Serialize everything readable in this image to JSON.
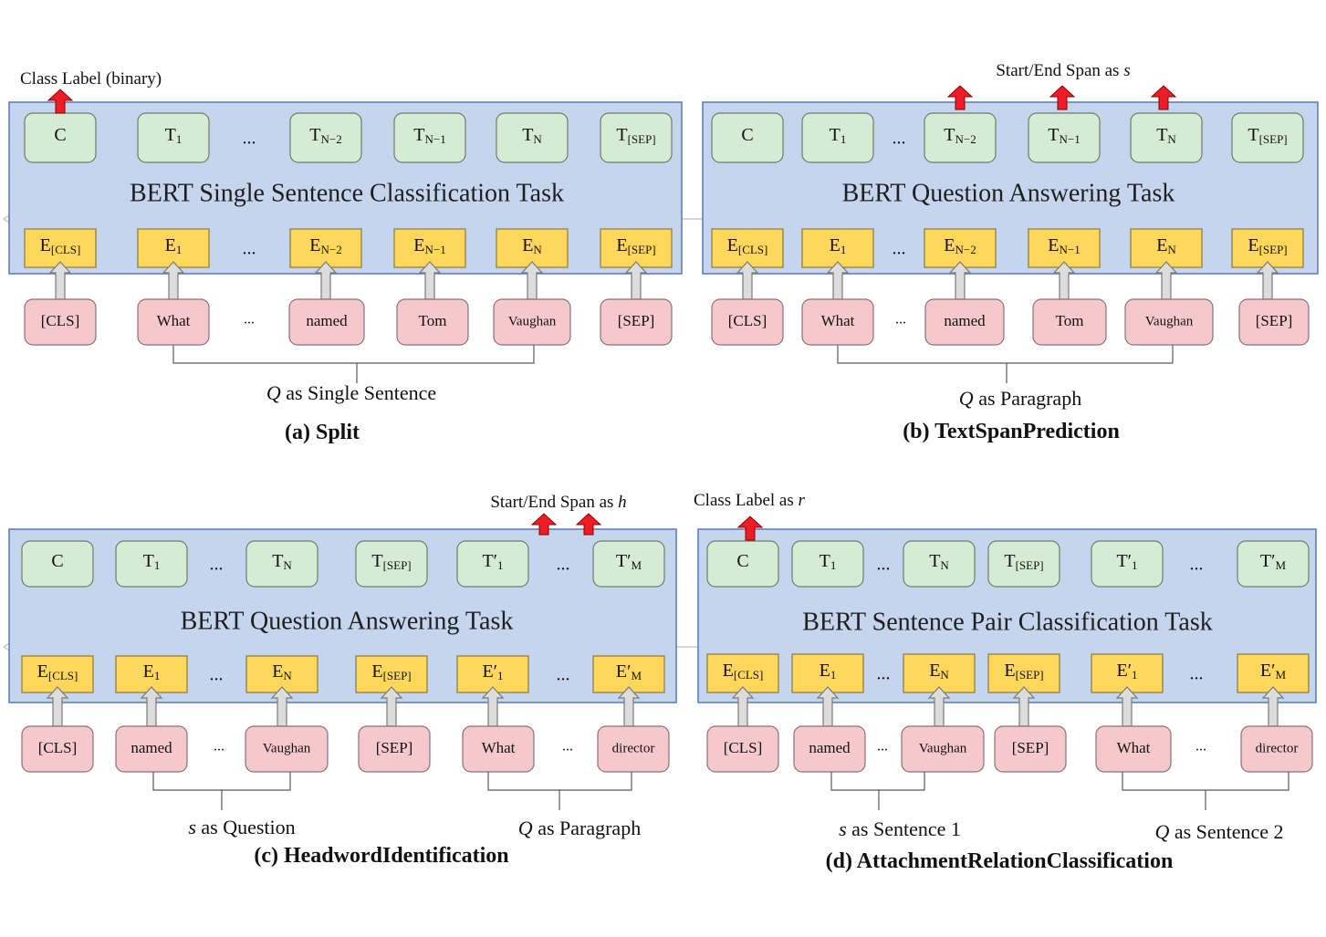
{
  "panels": [
    {
      "id": "a",
      "task_title": "BERT Single Sentence Classification Task",
      "caption": "(a) Split",
      "output_label": "Class Label (binary)",
      "output_labels": [
        "C",
        "T|1",
        "...",
        "T|N−2",
        "T|N−1",
        "T|N",
        "T|[SEP]"
      ],
      "embeddings": [
        "E|[CLS]",
        "E|1",
        "...",
        "E|N−2",
        "E|N−1",
        "E|N",
        "E|[SEP]"
      ],
      "inputs": [
        "[CLS]",
        "What",
        "...",
        "named",
        "Tom",
        "Vaughan",
        "[SEP]"
      ],
      "groups": [
        {
          "label": "Q as Single Sentence"
        }
      ],
      "red_arrows_on": [
        "C"
      ]
    },
    {
      "id": "b",
      "task_title": "BERT Question Answering Task",
      "caption": "(b) TextSpanPrediction",
      "output_label": "Start/End Span as s",
      "output_labels": [
        "C",
        "T|1",
        "...",
        "T|N−2",
        "T|N−1",
        "T|N",
        "T|[SEP]"
      ],
      "embeddings": [
        "E|[CLS]",
        "E|1",
        "...",
        "E|N−2",
        "E|N−1",
        "E|N",
        "E|[SEP]"
      ],
      "inputs": [
        "[CLS]",
        "What",
        "...",
        "named",
        "Tom",
        "Vaughan",
        "[SEP]"
      ],
      "groups": [
        {
          "label": "Q as Paragraph"
        }
      ],
      "red_arrows_on": [
        "T|N−2",
        "T|N−1",
        "T|N"
      ]
    },
    {
      "id": "c",
      "task_title": "BERT Question Answering Task",
      "caption": "(c) HeadwordIdentification",
      "output_label": "Start/End Span as h",
      "output_labels": [
        "C",
        "T|1",
        "...",
        "T|N",
        "T|[SEP]",
        "T′|1",
        "...",
        "T′|M"
      ],
      "embeddings": [
        "E|[CLS]",
        "E|1",
        "...",
        "E|N",
        "E|[SEP]",
        "E′|1",
        "...",
        "E′|M"
      ],
      "inputs": [
        "[CLS]",
        "named",
        "...",
        "Vaughan",
        "[SEP]",
        "What",
        "...",
        "director"
      ],
      "groups": [
        {
          "label": "s as Question"
        },
        {
          "label": "Q as Paragraph"
        }
      ],
      "red_arrows_on": [
        "between-T′1-T′M"
      ]
    },
    {
      "id": "d",
      "task_title": "BERT Sentence Pair Classification Task",
      "caption": "(d) AttachmentRelationClassification",
      "output_label": "Class Label as r",
      "output_labels": [
        "C",
        "T|1",
        "...",
        "T|N",
        "T|[SEP]",
        "T′|1",
        "...",
        "T′|M"
      ],
      "embeddings": [
        "E|[CLS]",
        "E|1",
        "...",
        "E|N",
        "E|[SEP]",
        "E′|1",
        "...",
        "E′|M"
      ],
      "inputs": [
        "[CLS]",
        "named",
        "...",
        "Vaughan",
        "[SEP]",
        "What",
        "...",
        "director"
      ],
      "groups": [
        {
          "label": "s as Sentence 1"
        },
        {
          "label": "Q as Sentence 2"
        }
      ],
      "red_arrows_on": [
        "C"
      ]
    }
  ],
  "colors": {
    "panel_fill": "#c6d5ee",
    "panel_border": "#5b82c0",
    "output_token": "#d6ebd3",
    "embedding": "#ffd75a",
    "input_token": "#f5c9cb",
    "red_arrow": "#ee1c24",
    "grey_arrow": "#dcdcdc"
  }
}
